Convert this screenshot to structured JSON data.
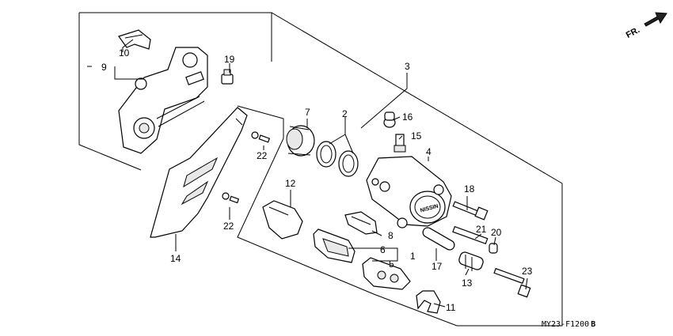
{
  "direction": {
    "label": "FR.",
    "arrow_icon": "front-direction-arrow-icon"
  },
  "diagram_code": "MY23-F1200",
  "diagram_code_suffix": "B",
  "callouts": {
    "c1": "1",
    "c2": "2",
    "c3": "3",
    "c4": "4",
    "c5": "5",
    "c6": "6",
    "c7": "7",
    "c8": "8",
    "c9": "9",
    "c10": "10",
    "c11": "11",
    "c12": "12",
    "c13": "13",
    "c14": "14",
    "c15": "15",
    "c16": "16",
    "c17": "17",
    "c18": "18",
    "c19": "19",
    "c20": "20",
    "c21": "21",
    "c22a": "22",
    "c22b": "22",
    "c23": "23"
  },
  "caliper_brand": "NISSIN"
}
